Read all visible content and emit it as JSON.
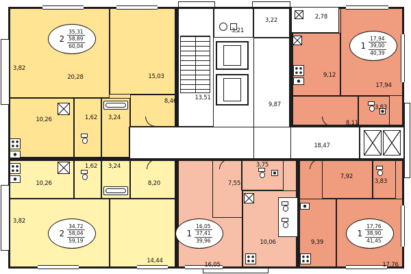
{
  "palette": {
    "apartment_yellow_dark": "#ffe493",
    "apartment_yellow_light": "#fff3ae",
    "apartment_coral": "#ef9c7f",
    "apartment_peach": "#f7bfa7",
    "wall": "#1c1c1c",
    "background": "#ffffff"
  },
  "apartments": {
    "tl": {
      "rooms_label": "2",
      "area_living": "35,31",
      "area_total": "58,89",
      "area_total_balcony": "60,04",
      "rooms": {
        "living1": "20,28",
        "living2": "15,03",
        "hall": "8,46",
        "kitchen": "10,26",
        "wc": "1,62",
        "bath": "3,24",
        "balcony": "3,82"
      }
    },
    "tr": {
      "rooms_label": "1",
      "area_living": "17,94",
      "area_total": "39,00",
      "area_total_balcony": "40,39",
      "rooms": {
        "living": "17,94",
        "kitchen": "9,12",
        "hall": "8,11",
        "bath": "3,83"
      }
    },
    "bl": {
      "rooms_label": "2",
      "area_living": "34,72",
      "area_total": "58,04",
      "area_total_balcony": "59,19",
      "rooms": {
        "living2": "14,44",
        "hall": "8,20",
        "kitchen": "10,26",
        "wc": "1,62",
        "bath": "3,24",
        "balcony": "3,82"
      }
    },
    "bm": {
      "rooms_label": "1",
      "area_living": "16,05",
      "area_total": "37,41",
      "area_total_balcony": "39,96",
      "rooms": {
        "living": "16,05",
        "kitchen": "10,06",
        "hall": "7,55",
        "bath": "3,75"
      }
    },
    "br": {
      "rooms_label": "1",
      "area_living": "17,76",
      "area_total": "38,90",
      "area_total_balcony": "41,45",
      "rooms": {
        "living": "17,76",
        "kitchen": "9,39",
        "hall": "7,92",
        "bath": "3,83"
      }
    }
  },
  "core": {
    "stairs": "13,51",
    "lobby": "9,87",
    "vestibule": "3,22",
    "chute": "3,21",
    "storage": "2,78",
    "corridor": "18,47"
  }
}
